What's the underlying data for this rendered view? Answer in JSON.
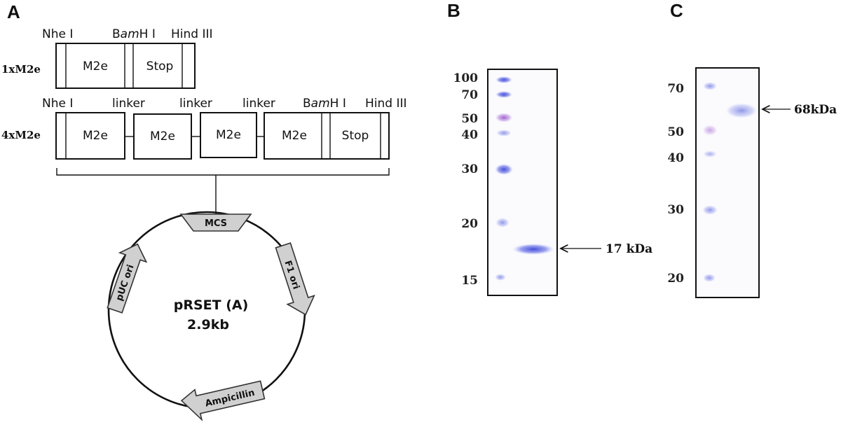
{
  "panels": {
    "a": {
      "letter": "A"
    },
    "b": {
      "letter": "B"
    },
    "c": {
      "letter": "C"
    }
  },
  "construct_1x": {
    "row_label": "1xM2e",
    "sites": {
      "nhe": "Nhe I",
      "bam_pre": "B",
      "bam_ital": "am",
      "bam_post": "H I",
      "hind": "Hind III"
    },
    "boxes": [
      "M2e",
      "Stop"
    ]
  },
  "construct_4x": {
    "row_label": "4xM2e",
    "sites": {
      "nhe": "Nhe I",
      "linker1": "linker",
      "linker2": "linker",
      "linker3": "linker",
      "bam_pre": "B",
      "bam_ital": "am",
      "bam_post": "H I",
      "hind": "Hind III"
    },
    "boxes": [
      "M2e",
      "M2e",
      "M2e",
      "M2e",
      "Stop"
    ]
  },
  "plasmid": {
    "name": "pRSET (A)",
    "size": "2.9kb",
    "features": {
      "mcs": "MCS",
      "f1": "F1 ori",
      "puc": "pUC ori",
      "amp": "Ampicillin"
    }
  },
  "gel_b": {
    "markers": [
      "100",
      "70",
      "50",
      "40",
      "30",
      "20",
      "15"
    ],
    "band_label": "17 kDa"
  },
  "gel_c": {
    "markers": [
      "70",
      "50",
      "40",
      "30",
      "20"
    ],
    "band_label": "68kDa"
  }
}
